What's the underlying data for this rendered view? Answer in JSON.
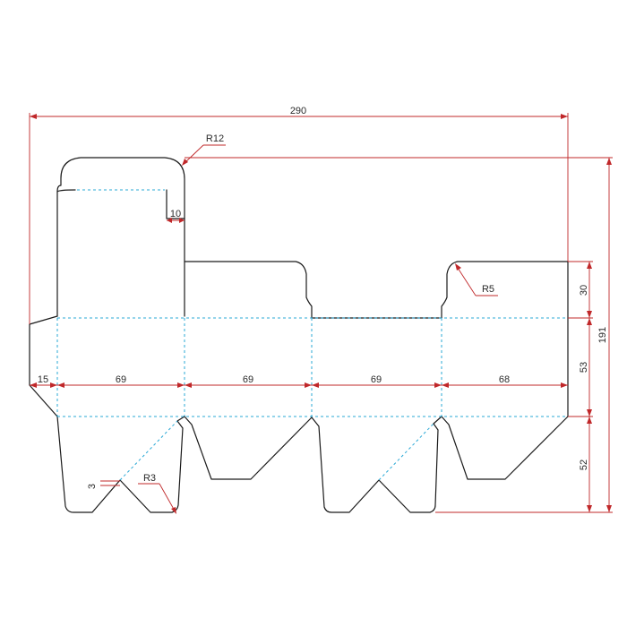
{
  "colors": {
    "cut_line": "#1a1a1a",
    "fold_line": "#29a8d6",
    "dimension_line": "#c0282a",
    "text": "#2a2a2a"
  },
  "dimensions": {
    "overall_width": "290",
    "overall_height": "191",
    "top_flap_height": "30",
    "body_height": "53",
    "bottom_flap_height": "52",
    "glue_flap_width": "15",
    "panel_1_width": "69",
    "panel_2_width": "69",
    "panel_3_width": "69",
    "panel_4_width": "68",
    "tuck_lock_width": "10",
    "slot_gap": "3"
  },
  "radii": {
    "tuck_flap_corner": "R12",
    "dust_flap_corner": "R5",
    "bottom_notch": "R3"
  }
}
